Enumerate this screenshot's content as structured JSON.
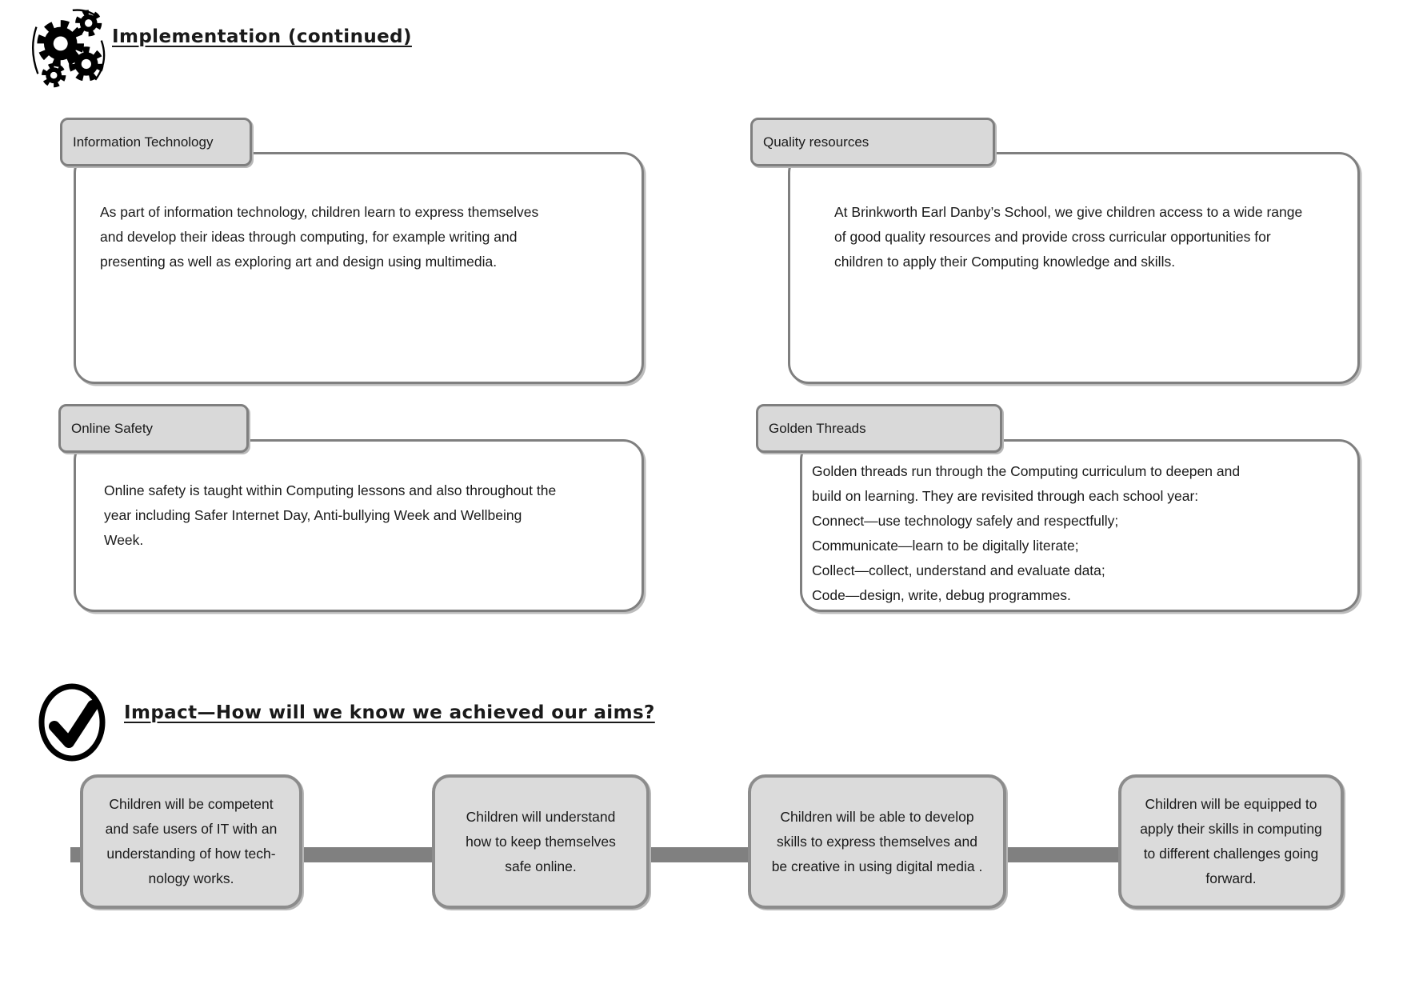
{
  "page": {
    "implementation_heading": "Implementation (continued)",
    "impact_heading": "Impact—How will we know we achieved our aims?"
  },
  "cards": {
    "information_technology": {
      "tab": "Information Technology",
      "body": "As part of information technology, children learn to express themselves\nand develop their ideas through computing, for example writing and\npresenting as well as exploring art and design using multimedia."
    },
    "quality_resources": {
      "tab": "Quality resources",
      "body": "At Brinkworth Earl Danby’s School, we give children access to a wide range\nof good quality resources and provide cross curricular opportunities for\nchildren to apply their Computing knowledge and skills."
    },
    "online_safety": {
      "tab": "Online Safety",
      "body": "Online safety is taught within Computing lessons and also throughout the\nyear including Safer Internet Day, Anti-bullying Week and Wellbeing\nWeek."
    },
    "golden_threads": {
      "tab": "Golden Threads",
      "body": "Golden threads run through the Computing curriculum to deepen and\nbuild on learning. They are revisited through each school year:\nConnect—use technology safely and respectfully;\nCommunicate—learn to be digitally literate;\nCollect—collect, understand and evaluate data;\nCode—design, write, debug programmes."
    }
  },
  "impact_steps": [
    {
      "text": "Children will be competent\nand safe users of IT with an\nunderstanding of how tech-\nnology works."
    },
    {
      "text": "Children will understand\nhow to keep themselves\nsafe online."
    },
    {
      "text": "Children will be able to develop\nskills to express themselves and\nbe creative in using digital media ."
    },
    {
      "text": "Children will be equipped to\napply their skills in computing\nto different challenges going\nforward."
    }
  ],
  "icons": {
    "gears": "gears-icon",
    "check": "check-icon"
  },
  "colors": {
    "tab_fill": "#d9d9d9",
    "panel_border": "#7f7f7f",
    "step_fill": "#dbdbdb",
    "connector": "#808080",
    "text": "#1a1a1a"
  }
}
